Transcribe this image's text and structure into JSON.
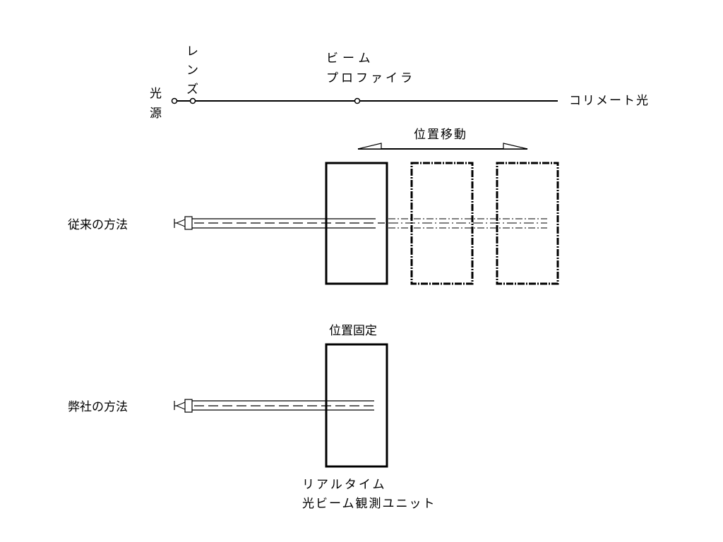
{
  "top": {
    "light_source": [
      "光",
      "源"
    ],
    "lens": [
      "レ",
      "ン",
      "ズ"
    ],
    "profiler_line1": "ビーム",
    "profiler_line2": "プロファイラ",
    "collimated": "コリメート光"
  },
  "conventional": {
    "label": "従来の方法",
    "movement": "位置移動"
  },
  "ours": {
    "label": "弊社の方法",
    "fixed": "位置固定",
    "unit_line1": "リアルタイム",
    "unit_line2": "光ビーム観測ユニット"
  },
  "colors": {
    "line": "#000000",
    "background": "#ffffff"
  }
}
